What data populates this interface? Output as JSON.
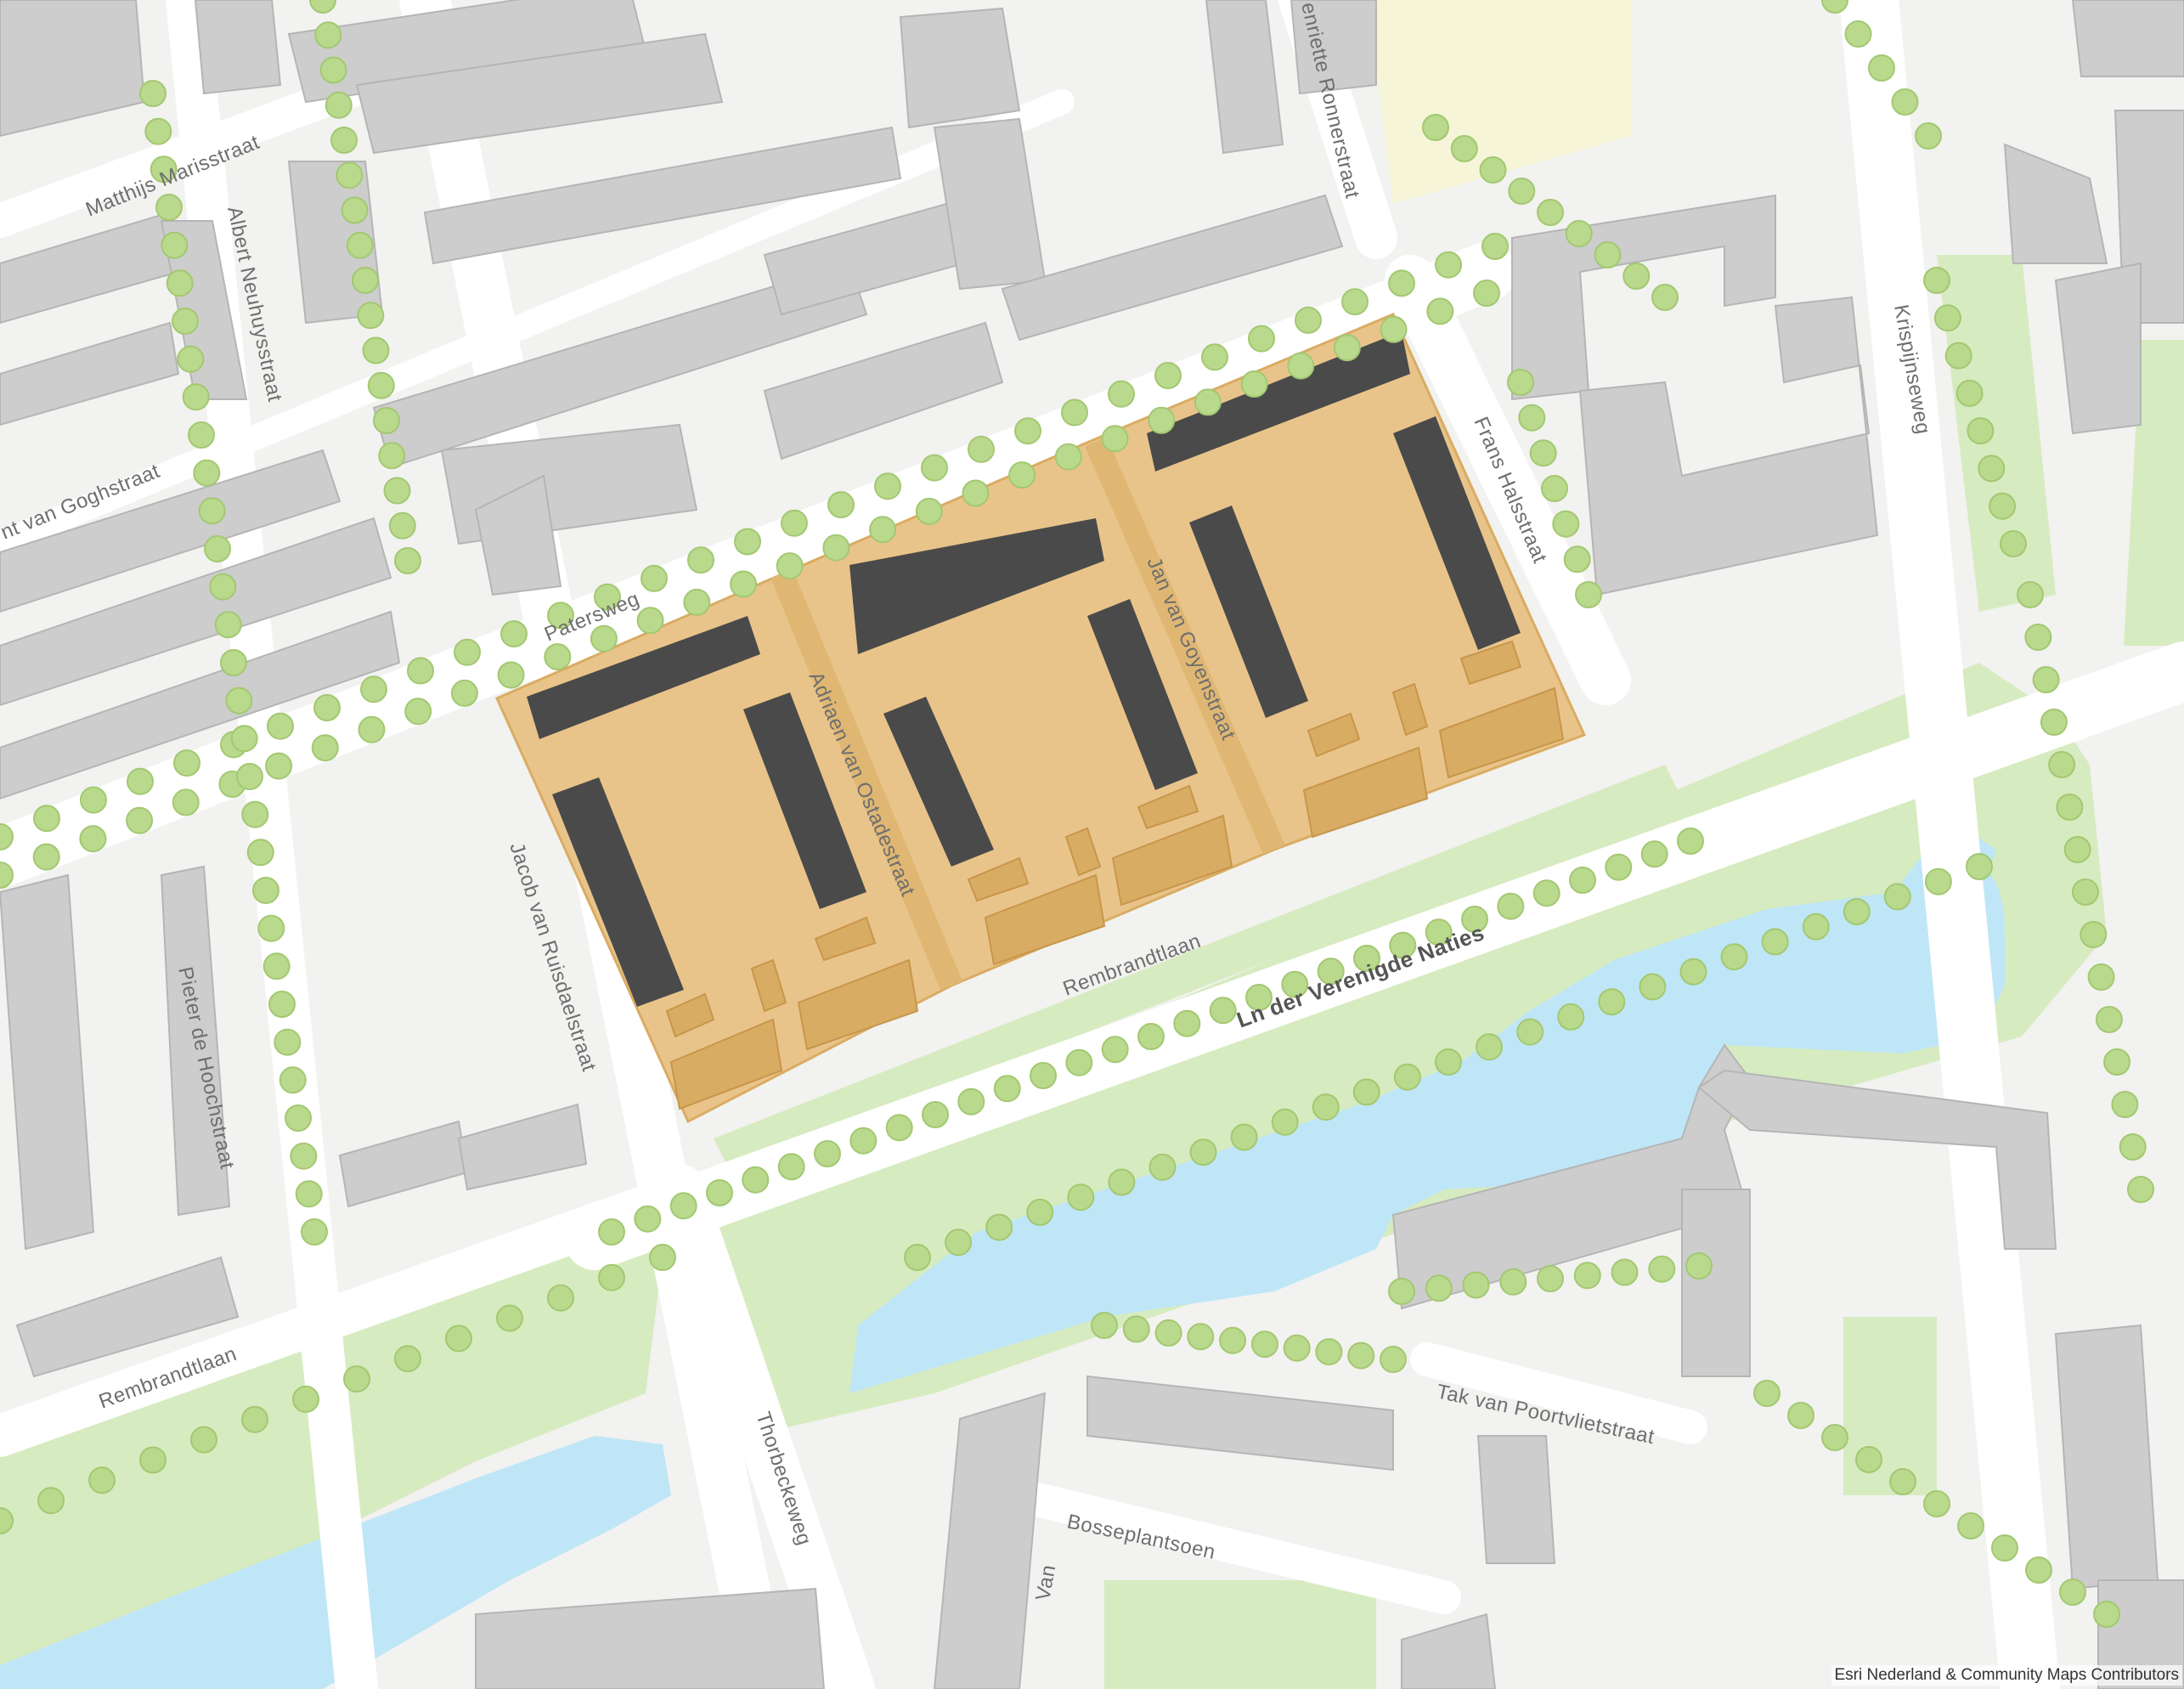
{
  "map": {
    "street_labels": [
      {
        "id": "matthijs-marisstraat",
        "text": "Matthijs Marisstraat"
      },
      {
        "id": "albert-neuhuysstraat",
        "text": "Albert Neuhuysstraat"
      },
      {
        "id": "van-goghstraat",
        "text": "nt van Goghstraat"
      },
      {
        "id": "henriette-ronnerstraat",
        "text": "enriette Ronnerstraat"
      },
      {
        "id": "paterswe",
        "text": "Patersweg"
      },
      {
        "id": "adriaan-van-ostadestraat",
        "text": "Adriaen van Ostadestraat"
      },
      {
        "id": "jan-van-goyenstraat",
        "text": "Jan van Goyenstraat"
      },
      {
        "id": "frans-halsstraat",
        "text": "Frans Halsstraat"
      },
      {
        "id": "krispijnseweg",
        "text": "Krispijnseweg"
      },
      {
        "id": "jacob-van-ruisdaelstraat",
        "text": "Jacob van Ruisdaelstraat"
      },
      {
        "id": "pieter-de-hoochstraat",
        "text": "Pieter de Hoochstraat"
      },
      {
        "id": "rembrandtlaan-1",
        "text": "Rembrandtlaan"
      },
      {
        "id": "ln-der-verenigde-naties",
        "text": "Ln der Verenigde Naties"
      },
      {
        "id": "rembrandtlaan-2",
        "text": "Rembrandtlaan"
      },
      {
        "id": "thorbeckeweg",
        "text": "Thorbeckeweg"
      },
      {
        "id": "tak-van-poortvlietstraat",
        "text": "Tak van Poortvlietstraat"
      },
      {
        "id": "bosseplantsoen",
        "text": "Bosseplantsoen"
      },
      {
        "id": "van",
        "text": "Van"
      }
    ],
    "colors": {
      "background": "#f2f2f0",
      "building": "#c8c8c8",
      "building_roof": "#d6d6d6",
      "water": "#bfe6f7",
      "park": "#d7ebc0",
      "tree": "#b9d98c",
      "road": "#ffffff",
      "project_area": "#e9c48a",
      "project_building_dark": "#4a4a4a",
      "project_building_light": "#d9ac63"
    },
    "attribution": "Esri Nederland & Community Maps Contributors"
  }
}
